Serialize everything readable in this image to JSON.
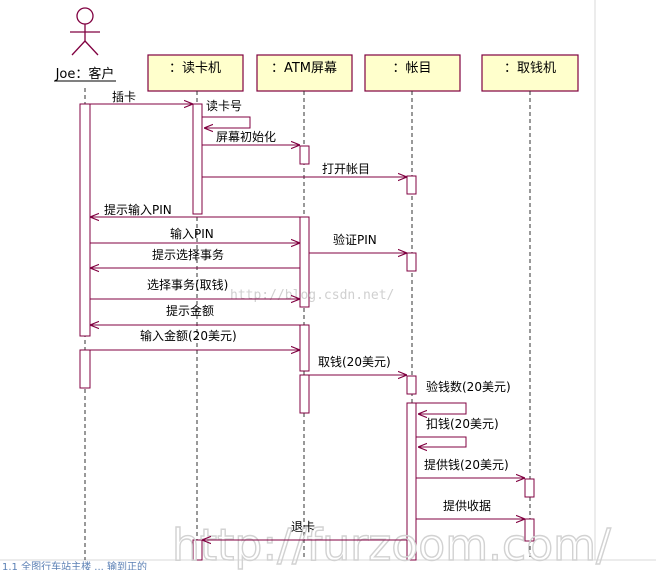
{
  "diagram": {
    "actor": {
      "label": "Joe：客户"
    },
    "objects": [
      {
        "id": "reader",
        "label": "：读卡机"
      },
      {
        "id": "screen",
        "label": "：ATM屏幕"
      },
      {
        "id": "account",
        "label": "：帐目"
      },
      {
        "id": "dispenser",
        "label": "：取钱机"
      }
    ],
    "messages": [
      {
        "label": "插卡"
      },
      {
        "label": "读卡号"
      },
      {
        "label": "屏幕初始化"
      },
      {
        "label": "打开帐目"
      },
      {
        "label": "提示输入PIN"
      },
      {
        "label": "输入PIN"
      },
      {
        "label": "验证PIN"
      },
      {
        "label": "提示选择事务"
      },
      {
        "label": "选择事务(取钱)"
      },
      {
        "label": "提示金额"
      },
      {
        "label": "输入金额(20美元)"
      },
      {
        "label": "取钱(20美元)"
      },
      {
        "label": "验钱数(20美元)"
      },
      {
        "label": "扣钱(20美元)"
      },
      {
        "label": "提供钱(20美元)"
      },
      {
        "label": "提供收据"
      },
      {
        "label": "退卡"
      }
    ]
  },
  "watermark": {
    "small": "http://blog.csdn.net/",
    "large": "http://furzoom.com/"
  },
  "bottom_text": "1.1 全图行车站主楼 ... 输到正的"
}
